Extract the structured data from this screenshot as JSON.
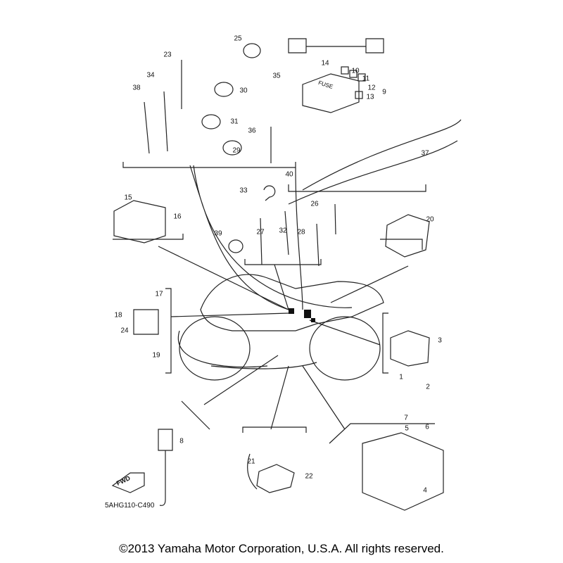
{
  "diagram": {
    "part_labels": [
      "25",
      "23",
      "34",
      "35",
      "38",
      "30",
      "14",
      "10",
      "11",
      "12",
      "13",
      "9",
      "31",
      "36",
      "29",
      "37",
      "40",
      "33",
      "26",
      "15",
      "16",
      "20",
      "27",
      "32",
      "28",
      "39",
      "17",
      "18",
      "24",
      "19",
      "3",
      "1",
      "2",
      "7",
      "5",
      "6",
      "8",
      "21",
      "22",
      "4"
    ],
    "fuse_box_text": "FUSE",
    "fwd_text": "FWD",
    "diagram_code": "5AHG110-C490"
  },
  "footer": {
    "copyright": "©2013 Yamaha Motor Corporation, U.S.A. All rights reserved."
  }
}
